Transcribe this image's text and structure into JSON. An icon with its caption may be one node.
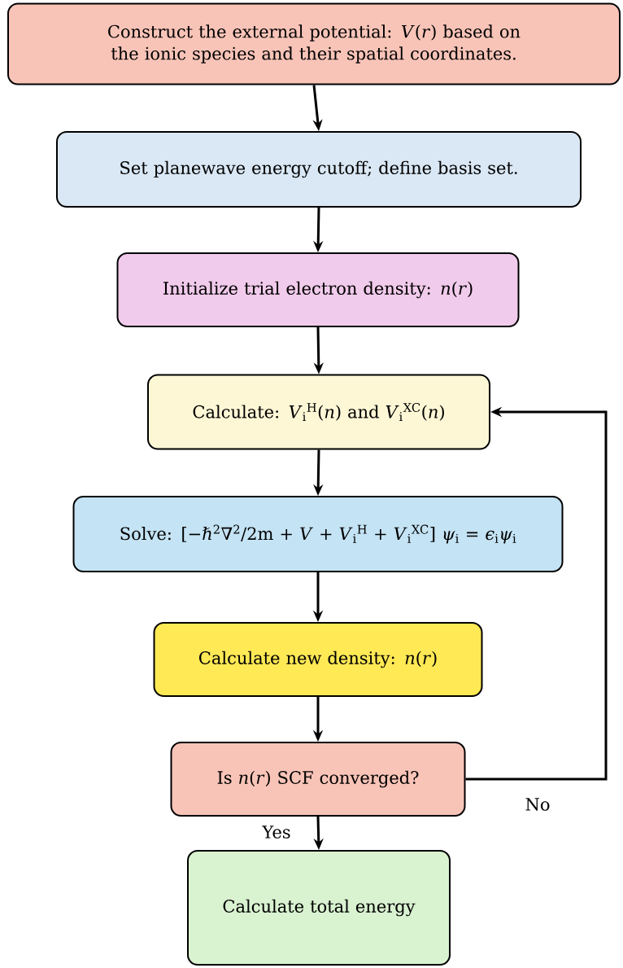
{
  "diagram": {
    "nodes": [
      {
        "text": [
          "Construct the external potential: *V*(*r*) based on the ionic species and their spatial coordinates."
        ]
      },
      {
        "text": [
          "Set planewave energy cutoff; define basis set."
        ]
      },
      {
        "text": [
          "Initialize trial electron density: *n*(*r*)"
        ]
      },
      {
        "text": [
          "Calculate: *V*$_{i}$$^{H}$(*n*) and *V*$_{i}$$^{XC}$(*n*)"
        ]
      },
      {
        "text": [
          "Solve: [−ℏ$^{2}$∇$^{2}$/2m + *V* + *V*$_{i}$$^{H}$ + *V*$_{i}$$^{XC}$] *ψ*$_{i}$ = *ϵ*$_{i}$*ψ*$_{i}$"
        ]
      },
      {
        "text": [
          "Calculate new density: *n*(*r*)"
        ]
      },
      {
        "text": [
          "Is *n*(*r*) SCF converged?"
        ]
      },
      {
        "text": [
          "Calculate total energy"
        ]
      }
    ],
    "edges": [
      {
        "from": 0,
        "to": 1,
        "arrow": "to"
      },
      {
        "from": 1,
        "to": 2,
        "arrow": "to"
      },
      {
        "from": 2,
        "to": 3,
        "arrow": "to"
      },
      {
        "from": 3,
        "to": 4,
        "arrow": "to"
      },
      {
        "from": 4,
        "to": 5,
        "arrow": "to"
      },
      {
        "from": 5,
        "to": 6,
        "arrow": "to"
      },
      {
        "from": 6,
        "to": 7,
        "arrow": "to",
        "label": "Yes"
      },
      {
        "from": 6,
        "to": 3,
        "arrow": "to",
        "label": "No"
      }
    ]
  }
}
